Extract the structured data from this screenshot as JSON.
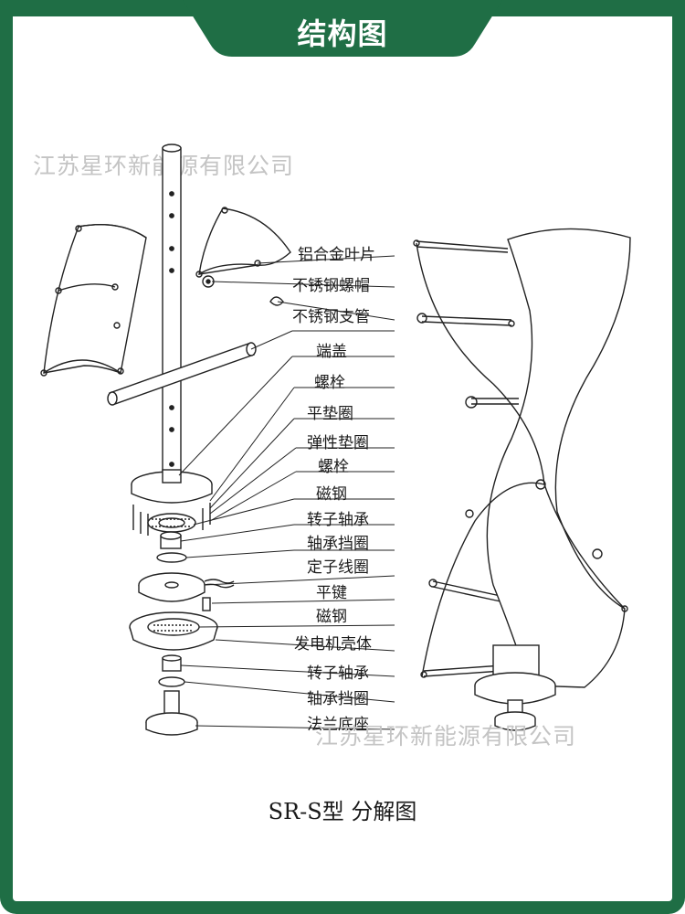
{
  "header": {
    "title": "结构图"
  },
  "watermarks": [
    "江苏星环新能源有限公司",
    "江苏星环新能源有限公司"
  ],
  "parts": [
    "铝合金叶片",
    "不锈钢螺帽",
    "不锈钢支管",
    "端盖",
    "螺栓",
    "平垫圈",
    "弹性垫圈",
    "螺栓",
    "磁钢",
    "转子轴承",
    "轴承挡圈",
    "定子线圈",
    "平键",
    "磁钢",
    "发电机壳体",
    "转子轴承",
    "轴承挡圈",
    "法兰底座"
  ],
  "caption": "SR-S型  分解图",
  "colors": {
    "brand_green": "#1f6e45",
    "line": "#222222",
    "watermark": "#c4c4c4"
  }
}
